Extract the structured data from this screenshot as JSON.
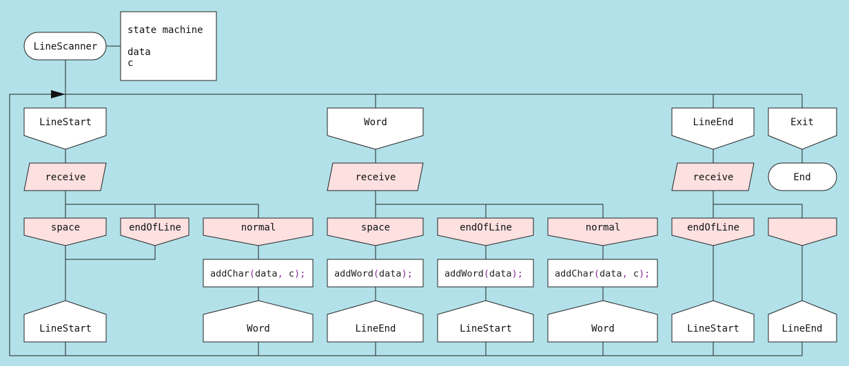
{
  "title_box": {
    "name": "LineScanner",
    "kind": "state machine",
    "vars": [
      "data",
      "c"
    ]
  },
  "columns": [
    {
      "id": "linestart",
      "state": "LineStart",
      "receive": "receive",
      "branches": [
        {
          "message": "space",
          "action": "",
          "next": "LineStart"
        },
        {
          "message": "endOfLine",
          "action": "",
          "next": ""
        },
        {
          "message": "normal",
          "action": [
            "addChar",
            "(",
            "data",
            ", ",
            "c",
            ");"
          ],
          "next": "Word"
        }
      ]
    },
    {
      "id": "word",
      "state": "Word",
      "receive": "receive",
      "branches": [
        {
          "message": "space",
          "action": [
            "addWord",
            "(",
            "data",
            ");"
          ],
          "next": "LineEnd"
        },
        {
          "message": "endOfLine",
          "action": [
            "addWord",
            "(",
            "data",
            ");"
          ],
          "next": "LineStart"
        },
        {
          "message": "normal",
          "action": [
            "addChar",
            "(",
            "data",
            ", ",
            "c",
            ");"
          ],
          "next": "Word"
        }
      ]
    },
    {
      "id": "lineend",
      "state": "LineEnd",
      "receive": "receive",
      "branches": [
        {
          "message": "endOfLine",
          "action": "",
          "next": "LineStart"
        },
        {
          "message": "",
          "action": "",
          "next": "LineEnd"
        }
      ]
    },
    {
      "id": "exit",
      "state": "Exit",
      "end": "End"
    }
  ]
}
